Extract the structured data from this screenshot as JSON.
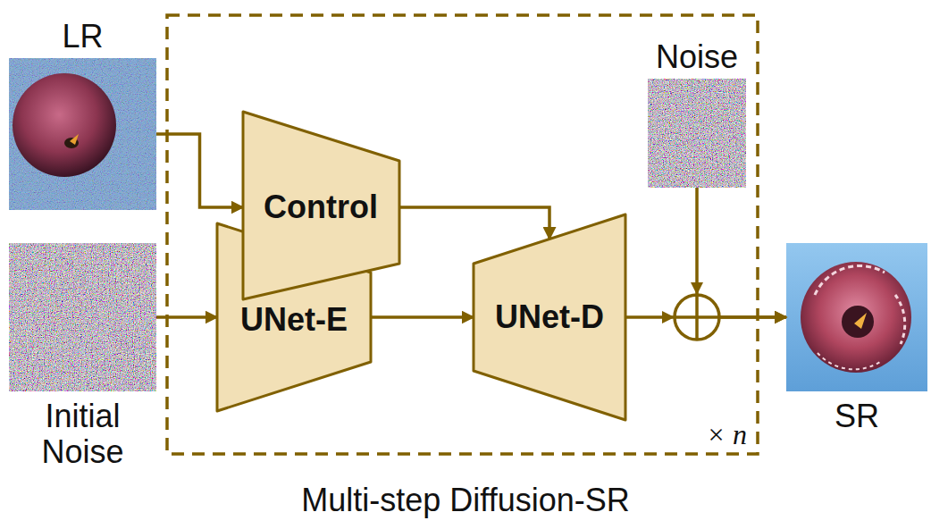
{
  "diagram": {
    "caption": "Multi-step Diffusion-SR",
    "nodes": [
      {
        "text": [
          "LR"
        ]
      },
      {
        "text": [
          "Initial Noise"
        ]
      },
      {
        "text": [
          "× n"
        ]
      },
      {
        "text": [
          "Control"
        ],
        "in": 2
      },
      {
        "text": [
          "UNet-E"
        ],
        "in": 2
      },
      {
        "text": [
          "UNet-D"
        ],
        "in": 2
      },
      {
        "text": [
          "Noise"
        ],
        "in": 2
      },
      {
        "text": [
          "SR"
        ]
      }
    ],
    "edges": [
      {
        "from": 0,
        "to": 3,
        "arrow": "to"
      },
      {
        "from": 1,
        "to": 4,
        "arrow": "to"
      },
      {
        "from": 3,
        "to": 5,
        "arrow": "to"
      },
      {
        "from": 4,
        "to": 5,
        "arrow": "to"
      },
      {
        "from": 5,
        "to": 7,
        "arrow": "to"
      },
      {
        "from": 6,
        "to": 7,
        "arrow": "to"
      }
    ]
  }
}
